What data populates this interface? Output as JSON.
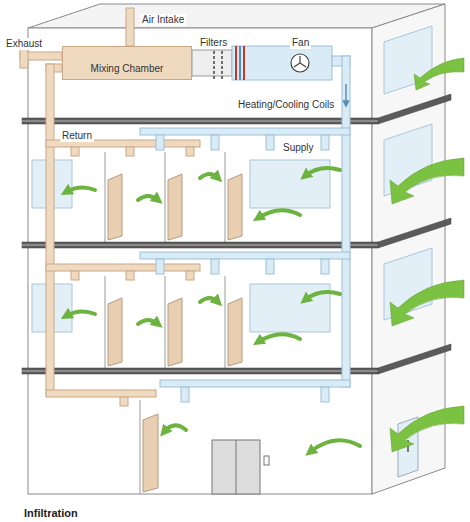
{
  "diagram": {
    "caption": "Infiltration",
    "nodes": [
      {
        "text": [
          "Mixing Chamber"
        ]
      }
    ],
    "labels": [
      "Air Intake",
      "Exhaust",
      "Filters",
      "Fan",
      "Heating/Cooling Coils",
      "Return",
      "Supply"
    ]
  }
}
